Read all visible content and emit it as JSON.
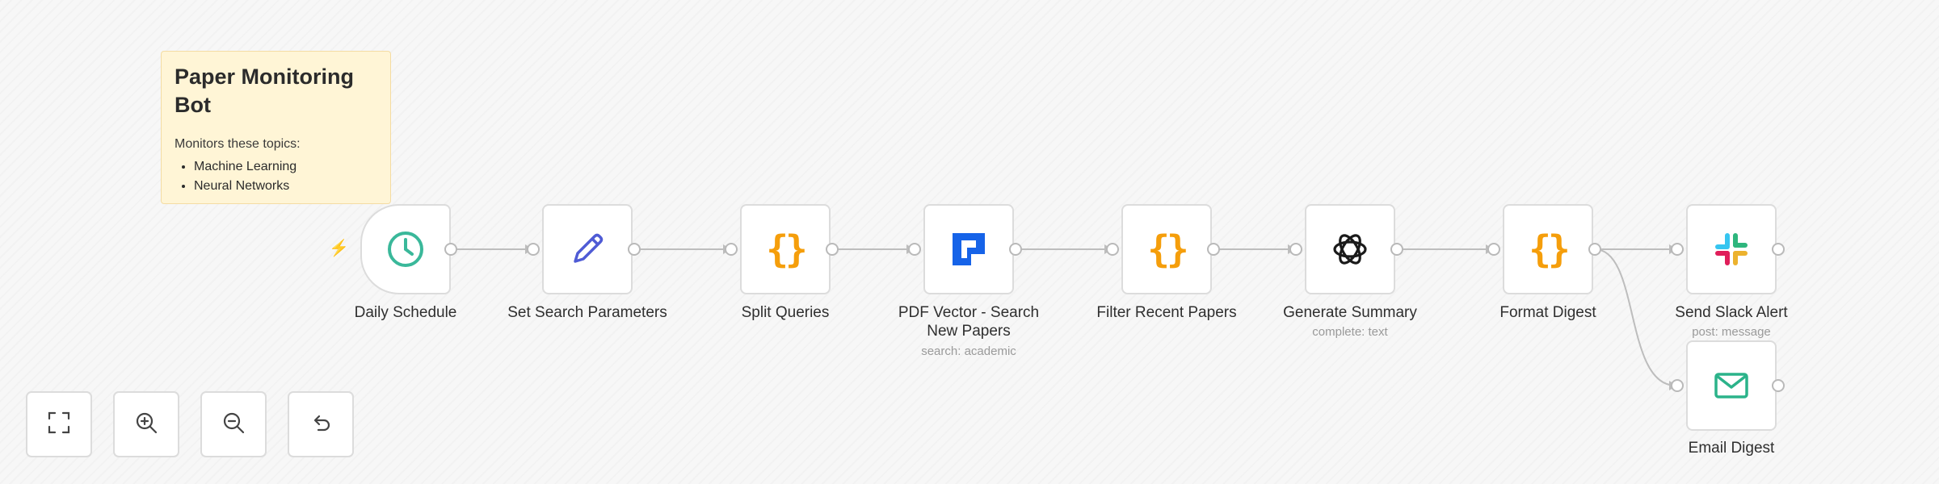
{
  "sticky_note": {
    "title": "Paper Monitoring Bot",
    "intro": "Monitors these topics:",
    "topics": [
      "Machine Learning",
      "Neural Networks"
    ]
  },
  "nodes": {
    "daily_schedule": {
      "label": "Daily Schedule",
      "icon": "clock-icon"
    },
    "set_search_parameters": {
      "label": "Set Search Parameters",
      "icon": "pencil-icon"
    },
    "split_queries": {
      "label": "Split Queries",
      "icon": "code-braces-icon"
    },
    "pdf_vector_search": {
      "label_line1": "PDF Vector - Search",
      "label_line2": "New Papers",
      "subtitle": "search: academic",
      "icon": "pdf-vector-icon"
    },
    "filter_recent_papers": {
      "label": "Filter Recent Papers",
      "icon": "code-braces-icon"
    },
    "generate_summary": {
      "label": "Generate Summary",
      "subtitle": "complete: text",
      "icon": "openai-icon"
    },
    "format_digest": {
      "label": "Format Digest",
      "icon": "code-braces-icon"
    },
    "send_slack_alert": {
      "label": "Send Slack Alert",
      "subtitle": "post: message",
      "icon": "slack-icon"
    },
    "email_digest": {
      "label": "Email Digest",
      "icon": "mail-icon"
    }
  },
  "controls": [
    "fit-view-icon",
    "zoom-in-icon",
    "zoom-out-icon",
    "reset-zoom-icon"
  ],
  "colors": {
    "trigger_bolt": "#ff6d5a",
    "code_braces": "#f59e0b",
    "clock": "#3ab89a",
    "pencil": "#4f5bd5",
    "pdf_vector": "#1663e8",
    "mail": "#2bb38a",
    "sticky_bg": "#fff5d6"
  }
}
